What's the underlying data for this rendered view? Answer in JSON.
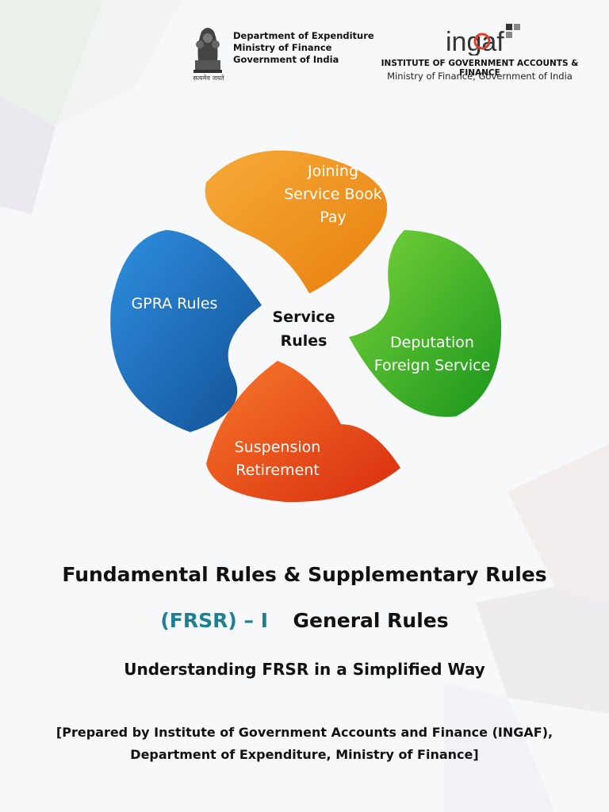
{
  "header": {
    "emblem_motto": "सत्यमेव जयते",
    "dept_lines": [
      "Department of Expenditure",
      "Ministry of Finance",
      "Government of India"
    ],
    "logo_text": "ingaf",
    "institute_title": "INSTITUTE OF GOVERNMENT ACCOUNTS & FINANCE",
    "institute_sub": "Ministry of Finance, Government of India"
  },
  "diagram": {
    "center": [
      "Service",
      "Rules"
    ],
    "petals": {
      "top": [
        "Joining",
        "Service Book",
        "Pay"
      ],
      "left": [
        "GPRA Rules"
      ],
      "right": [
        "Deputation",
        "Foreign Service"
      ],
      "bottom": [
        "Suspension",
        "Retirement"
      ]
    },
    "colors": {
      "orange": "#f39a1e",
      "blue": "#1f78c8",
      "green": "#3fb62c",
      "red": "#ef4a17"
    }
  },
  "titles": {
    "line1": "Fundamental Rules & Supplementary Rules",
    "line2_a": "(FRSR) – I",
    "line2_b": "General Rules",
    "line3": "Understanding FRSR in a Simplified Way",
    "line4a": "[Prepared by Institute of Government Accounts and Finance (INGAF),",
    "line4b": "Department of Expenditure, Ministry of Finance]"
  }
}
